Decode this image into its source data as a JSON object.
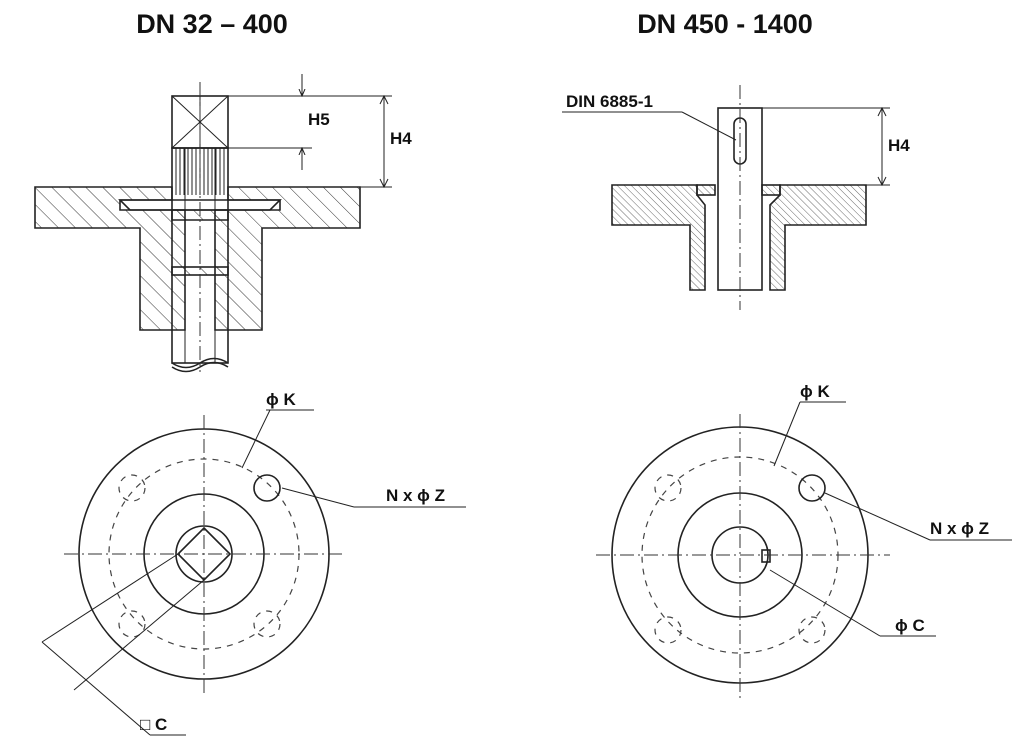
{
  "left": {
    "title": "DN 32 – 400",
    "label_h5": "H5",
    "label_h4": "H4",
    "label_k": "ϕ K",
    "label_nz": "N x ϕ Z",
    "label_c": "□ C"
  },
  "right": {
    "title": "DN 450 - 1400",
    "label_din": "DIN 6885-1",
    "label_h4": "H4",
    "label_k": "ϕ K",
    "label_nz": "N x ϕ Z",
    "label_c": "ϕ C"
  }
}
